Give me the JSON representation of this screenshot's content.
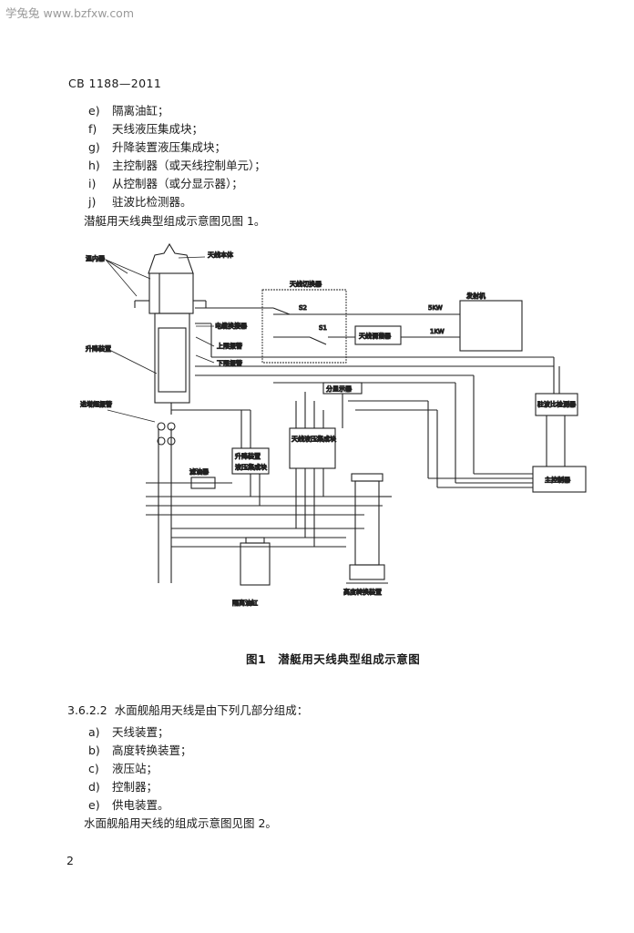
{
  "watermark": "学兔兔 www.bzfxw.com",
  "standard_no": "CB 1188—2011",
  "list1": [
    {
      "label": "e)",
      "text": "隔离油缸；"
    },
    {
      "label": "f)",
      "text": "天线液压集成块；"
    },
    {
      "label": "g)",
      "text": "升降装置液压集成块；"
    },
    {
      "label": "h)",
      "text": "主控制器（或天线控制单元）；"
    },
    {
      "label": "i)",
      "text": "从控制器（或分显示器）；"
    },
    {
      "label": "j)",
      "text": "驻波比检测器。"
    }
  ],
  "ref1": "潜艇用天线典型组成示意图见图 1。",
  "figure": {
    "caption": "图1　潜艇用天线典型组成示意图",
    "labels": {
      "tianxian_benti": "天线本体",
      "wenduqi": "温内器",
      "tianxian_qiehuan": "天线切换器",
      "fasheji": "发射机",
      "s2": "S2",
      "s1": "S1",
      "w5k": "5KW",
      "w1k": "1KW",
      "dianlan_huanzhe": "电缆换接器",
      "tianxian_tiaoxie": "天线调谐器",
      "shangxian_baojing": "上限报警",
      "xiaxian_baojing": "下限报警",
      "shengjiang_zhuangzhi": "升降装置",
      "zhubobi": "驻波比检测器",
      "fenxianshi": "分显示器",
      "qianghun_jiance": "进增超报警",
      "tianxian_yeya": "天线液压集成块",
      "shengjiang_yeya_1": "升降装置",
      "shengjiang_yeya_2": "液压集成块",
      "zhukong": "主控制器",
      "lvyouqi": "滤油器",
      "geli_yougang": "隔离油缸",
      "gaodu_zhuanhuan": "高度转换装置"
    }
  },
  "section": {
    "number": "3.6.2.2",
    "text": "水面舰船用天线是由下列几部分组成："
  },
  "list2": [
    {
      "label": "a)",
      "text": "天线装置；"
    },
    {
      "label": "b)",
      "text": "高度转换装置；"
    },
    {
      "label": "c)",
      "text": "液压站；"
    },
    {
      "label": "d)",
      "text": "控制器；"
    },
    {
      "label": "e)",
      "text": "供电装置。"
    }
  ],
  "ref2": "水面舰船用天线的组成示意图见图 2。",
  "page_number": "2"
}
